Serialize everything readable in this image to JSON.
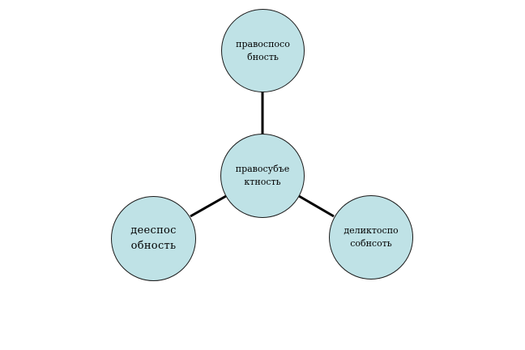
{
  "diagram": {
    "center": {
      "label": "правосубъе\nктность"
    },
    "top": {
      "label": "правоспосо\nбность"
    },
    "left": {
      "label": "дееспос\nобность"
    },
    "right": {
      "label": "деликтоспо\nсобнсоть"
    }
  },
  "colors": {
    "node_fill": "#bfe2e6",
    "node_border": "#1a1a1a",
    "connector": "#000000"
  }
}
